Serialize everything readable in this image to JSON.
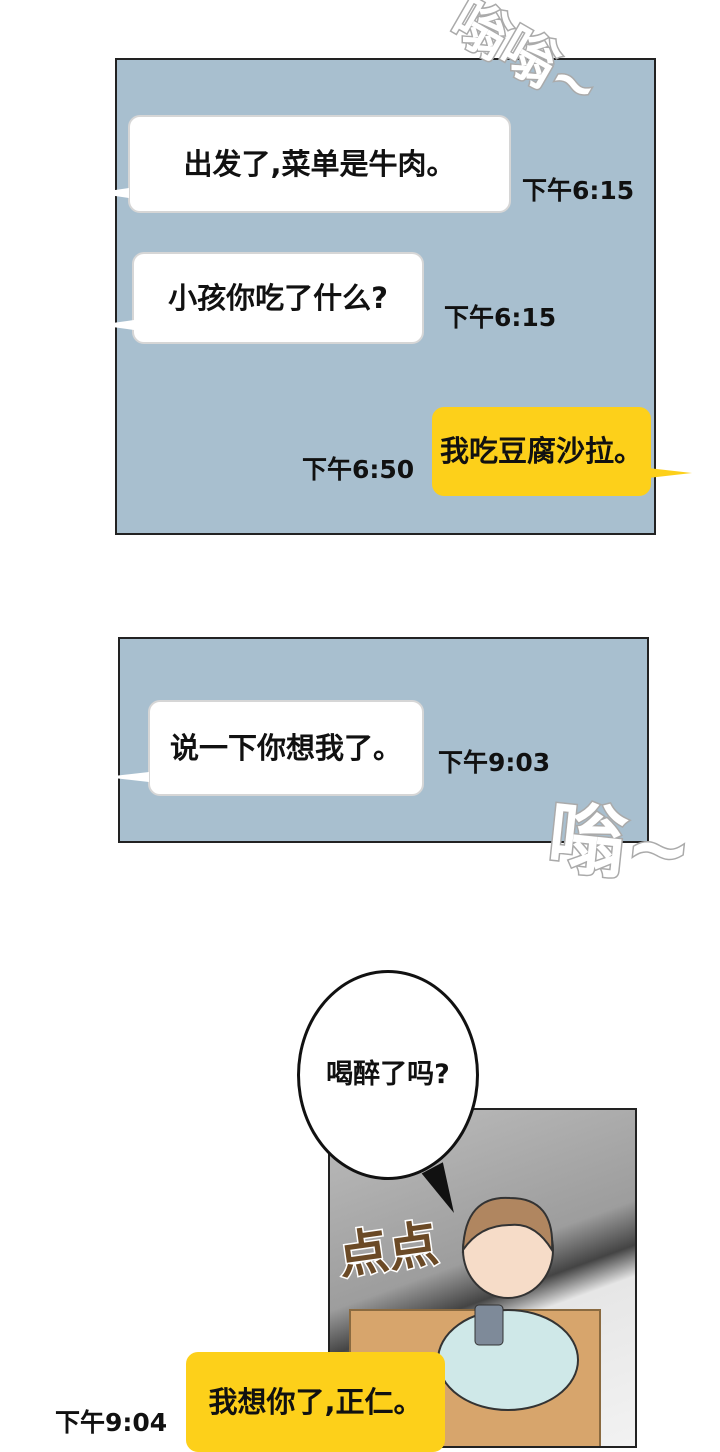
{
  "colors": {
    "panel_bg": "#a8bfcf",
    "received_bubble": "#ffffff",
    "sent_bubble": "#fdd01a"
  },
  "panel1": {
    "messages": [
      {
        "text": "出发了,菜单是牛肉。",
        "time": "下午6:15",
        "side": "received"
      },
      {
        "text": "小孩你吃了什么?",
        "time": "下午6:15",
        "side": "received"
      },
      {
        "text": "我吃豆腐沙拉。",
        "time": "下午6:50",
        "side": "sent"
      }
    ]
  },
  "panel2": {
    "messages": [
      {
        "text": "说一下你想我了。",
        "time": "下午9:03",
        "side": "received"
      }
    ]
  },
  "panel3": {
    "speech": "喝醉了吗?",
    "message": {
      "text": "我想你了,正仁。",
      "time": "下午9:04",
      "side": "sent"
    }
  },
  "sfx": {
    "top": "嗡嗡~",
    "middle": "嗡~",
    "tapping": "点点"
  }
}
